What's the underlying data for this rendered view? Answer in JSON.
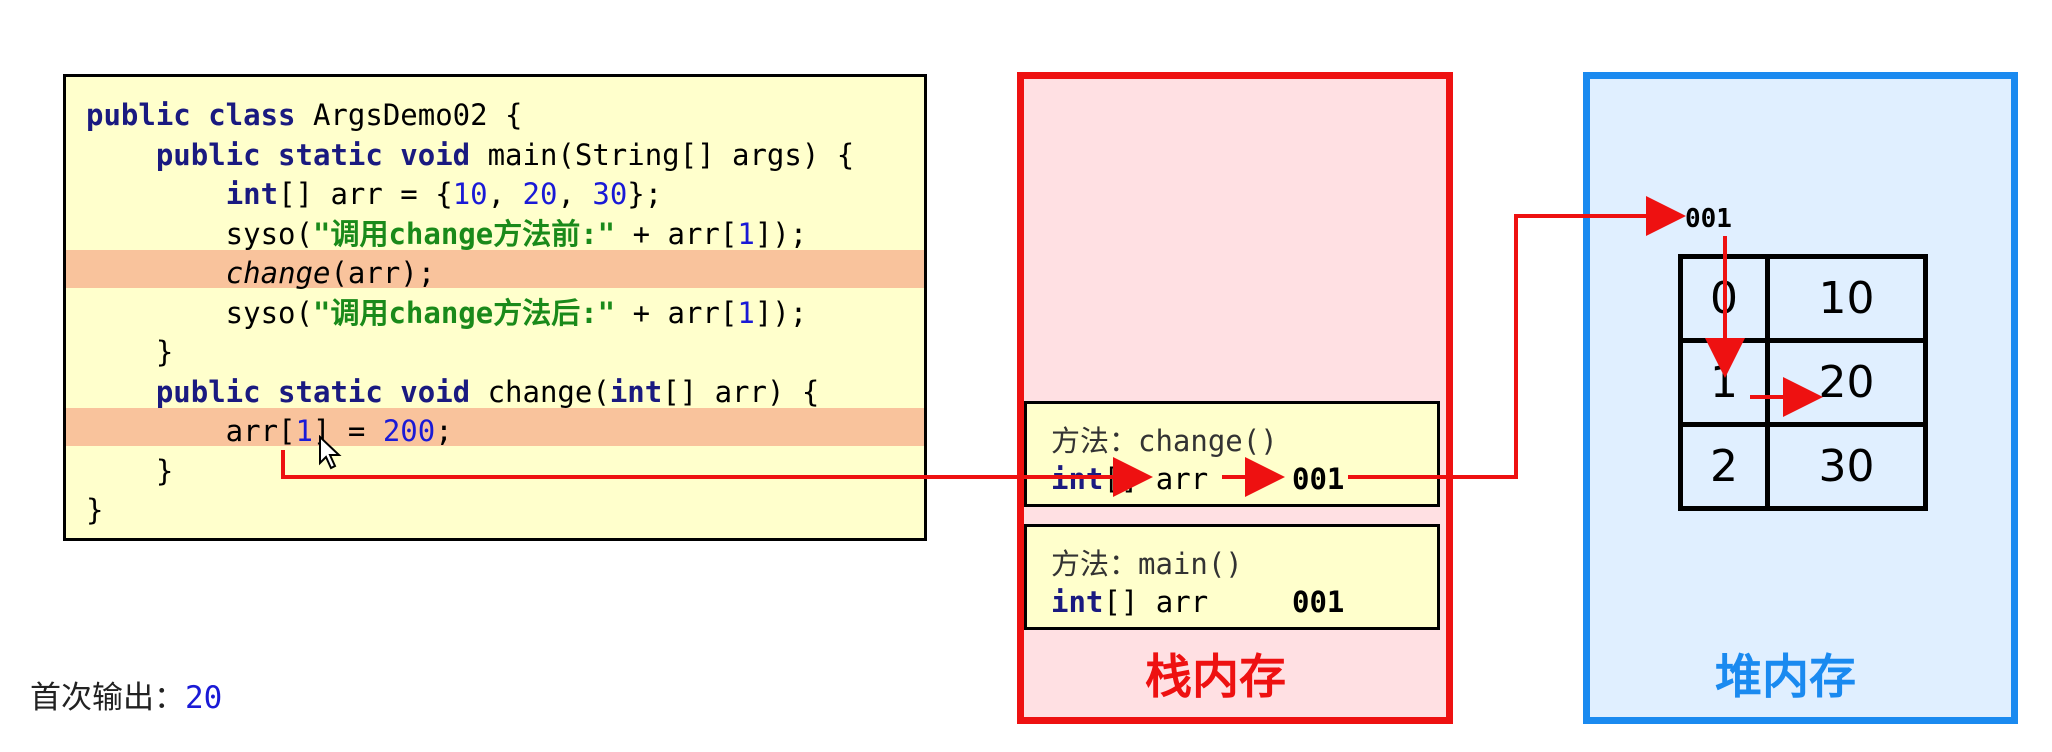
{
  "code": {
    "lines": [
      {
        "parts": [
          {
            "t": "public class",
            "c": "kw"
          },
          {
            "t": " ArgsDemo02 {"
          }
        ]
      },
      {
        "parts": [
          {
            "t": "    "
          },
          {
            "t": "public static void",
            "c": "kw"
          },
          {
            "t": " main(String[] args) {"
          }
        ]
      },
      {
        "parts": [
          {
            "t": "        "
          },
          {
            "t": "int",
            "c": "kw"
          },
          {
            "t": "[] arr = {"
          },
          {
            "t": "10",
            "c": "num"
          },
          {
            "t": ", "
          },
          {
            "t": "20",
            "c": "num"
          },
          {
            "t": ", "
          },
          {
            "t": "30",
            "c": "num"
          },
          {
            "t": "};"
          }
        ]
      },
      {
        "parts": [
          {
            "t": "        syso("
          },
          {
            "t": "\"调用change方法前:\"",
            "c": "str"
          },
          {
            "t": " + arr["
          },
          {
            "t": "1",
            "c": "num"
          },
          {
            "t": "]);"
          }
        ]
      },
      {
        "parts": [
          {
            "t": "        "
          },
          {
            "t": "change",
            "c": "it"
          },
          {
            "t": "(arr);"
          }
        ]
      },
      {
        "parts": [
          {
            "t": "        syso("
          },
          {
            "t": "\"调用change方法后:\"",
            "c": "str"
          },
          {
            "t": " + arr["
          },
          {
            "t": "1",
            "c": "num"
          },
          {
            "t": "]);"
          }
        ]
      },
      {
        "parts": [
          {
            "t": "    }"
          }
        ]
      },
      {
        "parts": [
          {
            "t": "    "
          },
          {
            "t": "public static void",
            "c": "kw"
          },
          {
            "t": " change("
          },
          {
            "t": "int",
            "c": "kw"
          },
          {
            "t": "[] arr) {"
          }
        ]
      },
      {
        "parts": [
          {
            "t": "        arr["
          },
          {
            "t": "1",
            "c": "num"
          },
          {
            "t": "] = "
          },
          {
            "t": "200",
            "c": "num"
          },
          {
            "t": ";"
          }
        ]
      },
      {
        "parts": [
          {
            "t": "    }"
          }
        ]
      },
      {
        "parts": [
          {
            "t": "}"
          }
        ]
      }
    ],
    "highlighted_lines": [
      4,
      8
    ]
  },
  "output": {
    "label": "首次输出：",
    "value": "20"
  },
  "stack": {
    "label": "栈内存",
    "frames": [
      {
        "title": "方法：change()",
        "var_type": "int",
        "var_rest": "[] arr",
        "address": "001"
      },
      {
        "title": "方法：main()",
        "var_type": "int",
        "var_rest": "[] arr",
        "address": "001"
      }
    ]
  },
  "heap": {
    "label": "堆内存",
    "address": "001",
    "array": [
      {
        "index": "0",
        "value": "10"
      },
      {
        "index": "1",
        "value": "20"
      },
      {
        "index": "2",
        "value": "30"
      }
    ]
  },
  "colors": {
    "stack_border": "#ee1111",
    "stack_label": "#ee1111",
    "heap_border": "#1a8af0",
    "heap_label": "#1a8af0",
    "arrow": "#ee1111"
  }
}
